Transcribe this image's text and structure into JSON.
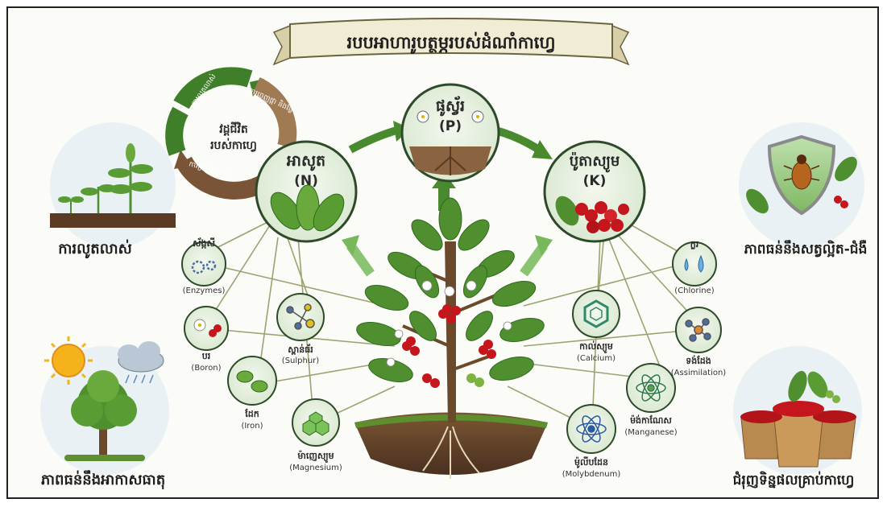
{
  "title": "របបអាហារូបត្ថម្ភរបស់ដំណាំកាហ្វេ",
  "cycle": {
    "center_line1": "វដ្តជីវិត",
    "center_line2": "របស់កាហ្វេ",
    "arc_top": "ការចេញផ្កា និងផ្លែ",
    "arc_left": "ការលូតលាស់",
    "arc_bottom": "ការប្រមូលផល"
  },
  "macro": {
    "n": {
      "name": "អាសូត",
      "symbol": "(N)"
    },
    "p": {
      "name": "ផូស្វ័រ",
      "symbol": "(P)"
    },
    "k": {
      "name": "ប៉ូតាស្យូម",
      "symbol": "(K)"
    }
  },
  "micro": [
    {
      "km": "ស័ង្កសី",
      "en": "(Enzymes)",
      "icon": "gears-icon"
    },
    {
      "km": "បរ",
      "en": "(Boron)",
      "icon": "flower-cherry-icon"
    },
    {
      "km": "ស្ពាន់ធ័រ",
      "en": "(Sulphur)",
      "icon": "molecule-icon"
    },
    {
      "km": "ដែក",
      "en": "(Iron)",
      "icon": "chloroplast-icon"
    },
    {
      "km": "ម៉ាញេស្យូម",
      "en": "(Magnesium)",
      "icon": "hexagon-cells-icon"
    },
    {
      "km": "ក្លរ",
      "en": "(Chlorine)",
      "icon": "droplets-icon"
    },
    {
      "km": "កាល់ស្យូម",
      "en": "(Calcium)",
      "icon": "hexagon-ring-icon"
    },
    {
      "km": "ទង់ដែង",
      "en": "(Assimilation)",
      "icon": "molecule-icon"
    },
    {
      "km": "ម៉ង់កាណែស",
      "en": "(Manganese)",
      "icon": "atom-icon"
    },
    {
      "km": "ម៉ូលីបដែន",
      "en": "(Molybdenum)",
      "icon": "atom-icon"
    }
  ],
  "corners": {
    "growth": "ការលូតលាស់",
    "climate": "ភាពធន់នឹងអាកាសធាតុ",
    "pest": "ភាពធន់នឹងសត្វល្អិត-ជំងឺ",
    "yield": "ជំរុញទិន្នផលគ្រាប់កាហ្វេ"
  },
  "colors": {
    "leaf": "#4f8f2f",
    "arrow": "#4a8a2e",
    "berry": "#c4161c",
    "soil": "#6b4a2c",
    "ribbon": "#f1ecd4",
    "circle_bg": "#e6efe0"
  }
}
